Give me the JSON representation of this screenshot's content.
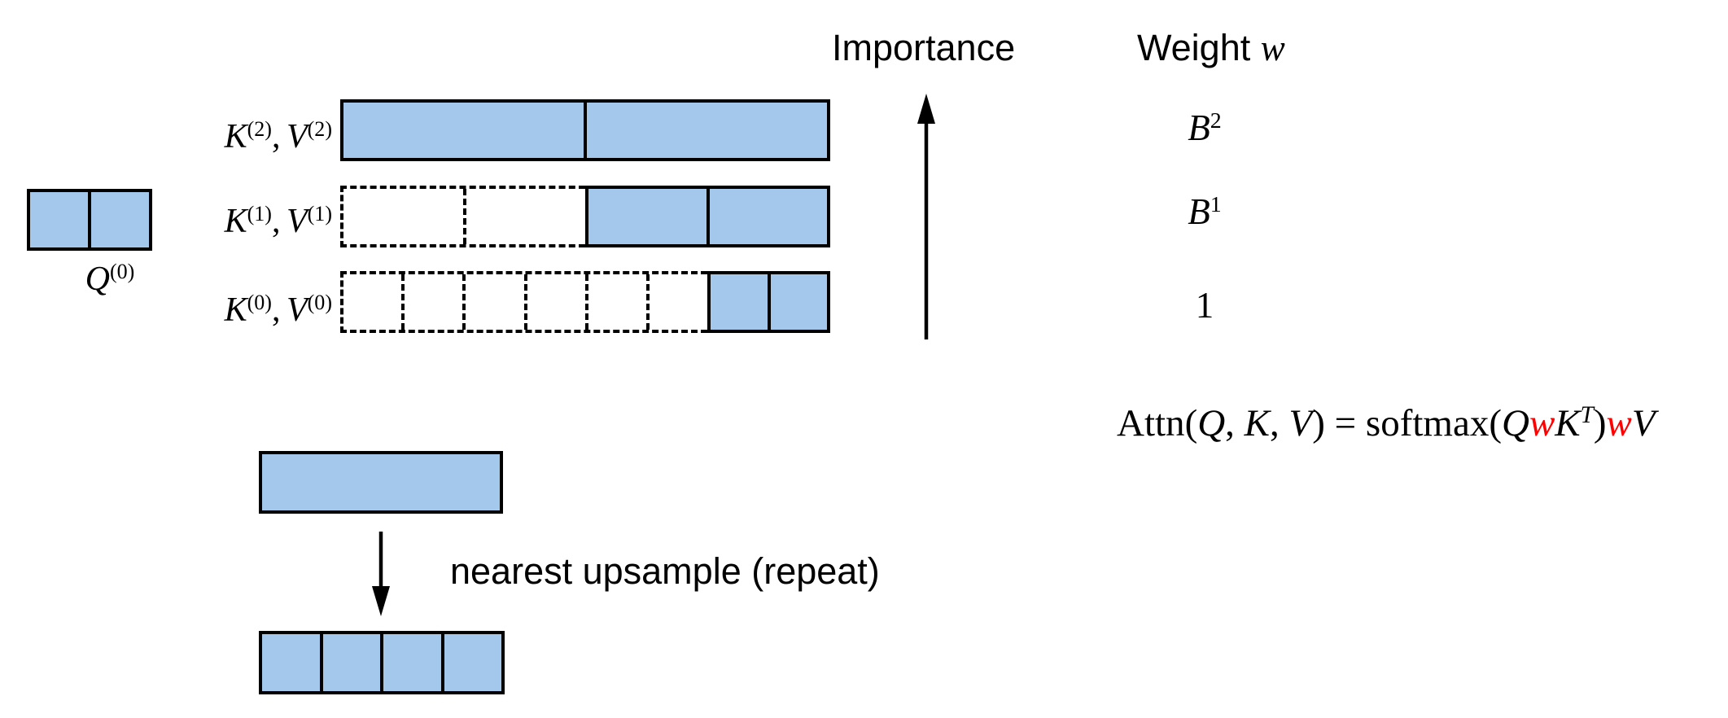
{
  "colors": {
    "box_fill": "#A3C8EB",
    "line": "#000000",
    "highlight_red": "#FF0000"
  },
  "headers": {
    "importance": "Importance",
    "weight_prefix": "Weight",
    "weight_symbol": "w"
  },
  "query": {
    "base": "Q",
    "sup": "(0)"
  },
  "kv_rows": [
    {
      "level": 2,
      "k": "K",
      "k_sup": "(2)",
      "comma": ",",
      "v": "V",
      "v_sup": "(2)",
      "weight_base": "B",
      "weight_sup": "2",
      "cells_filled": 2,
      "cells_dashed": 0
    },
    {
      "level": 1,
      "k": "K",
      "k_sup": "(1)",
      "comma": ",",
      "v": "V",
      "v_sup": "(1)",
      "weight_base": "B",
      "weight_sup": "1",
      "cells_filled": 2,
      "cells_dashed": 2
    },
    {
      "level": 0,
      "k": "K",
      "k_sup": "(0)",
      "comma": ",",
      "v": "V",
      "v_sup": "(0)",
      "weight_base": "1",
      "weight_sup": "",
      "cells_filled": 2,
      "cells_dashed": 6
    }
  ],
  "formula": {
    "fn": "Attn",
    "open": "(",
    "q": "Q",
    "c1": ", ",
    "k": "K",
    "c2": ", ",
    "v": "V",
    "mid": ") = softmax(",
    "q2": "Q",
    "w1": "w",
    "k2": "K",
    "t_sup": "T",
    "close": ")",
    "w2": "w",
    "v2": "V"
  },
  "upsample": {
    "label": "nearest upsample (repeat)"
  }
}
